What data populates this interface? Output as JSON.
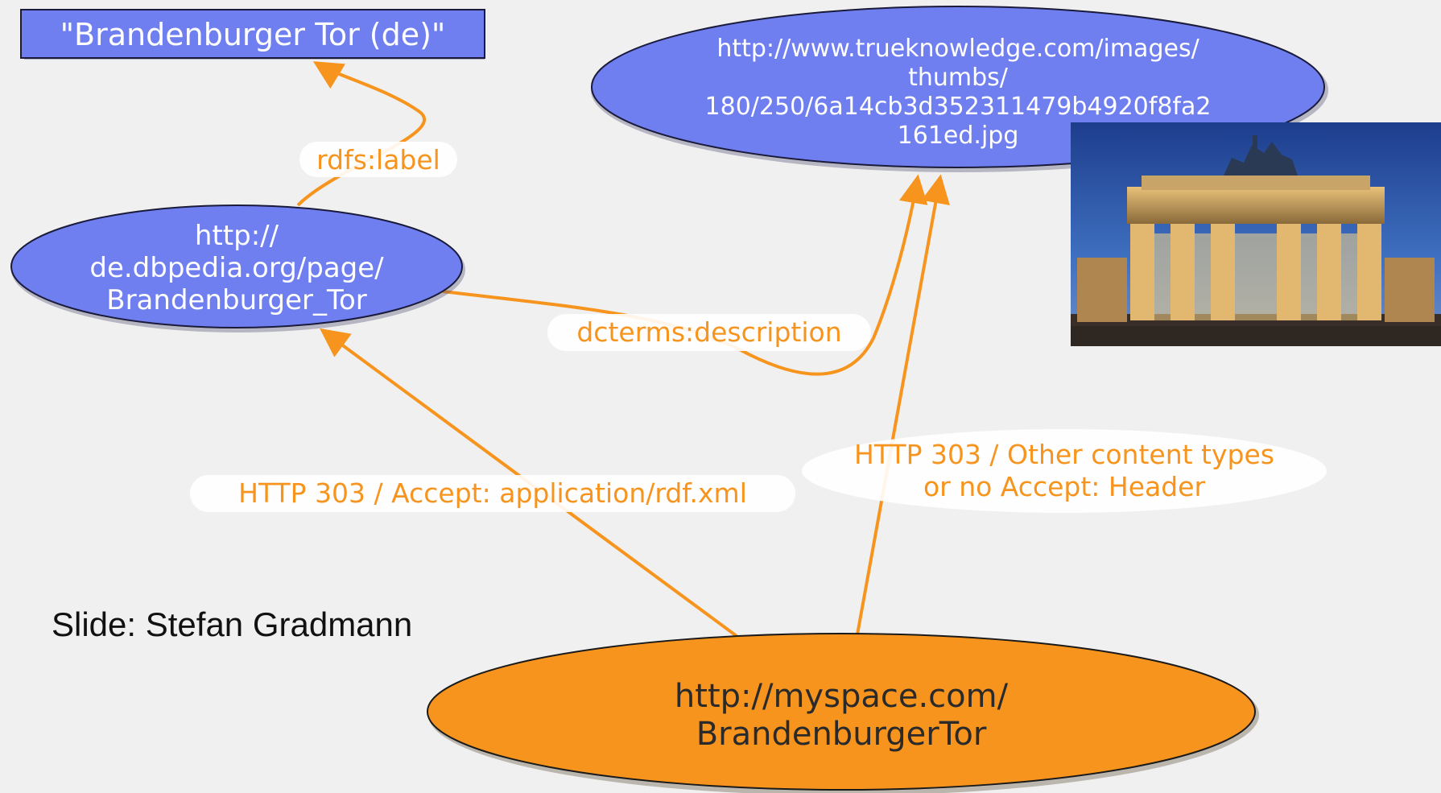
{
  "nodes": {
    "literal": {
      "text": "\"Brandenburger Tor (de)\""
    },
    "image_uri": {
      "lines": [
        "http://www.trueknowledge.com/images/",
        "thumbs/",
        "180/250/6a14cb3d352311479b4920f8fa2",
        "161ed.jpg"
      ]
    },
    "dbpedia": {
      "lines": [
        "http://",
        "de.dbpedia.org/page/",
        "Brandenburger_Tor"
      ]
    },
    "myspace": {
      "lines": [
        "http://myspace.com/",
        "BrandenburgerTor"
      ]
    }
  },
  "edges": {
    "label": "rdfs:label",
    "description": "dcterms:description",
    "accept_rdf": "HTTP 303 / Accept: application/rdf.xml",
    "other": [
      "HTTP 303 / Other content types",
      "or no Accept: Header"
    ]
  },
  "credit": "Slide: Stefan Gradmann",
  "colors": {
    "blue_node": "#6f7ff0",
    "orange_node": "#f7941d",
    "edge": "#f7941d",
    "text_orange": "#f7941d",
    "background": "#f0f0f0"
  },
  "photo": {
    "subject": "brandenburg-gate-photo"
  }
}
